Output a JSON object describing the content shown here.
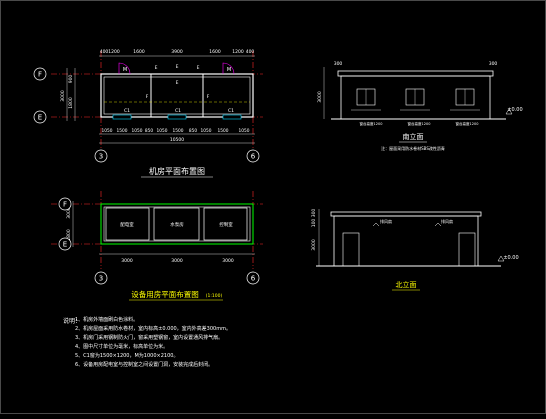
{
  "colors": {
    "background": "#000000",
    "wall": "#ffffff",
    "red": "#ff2a2a",
    "green": "#00ff00",
    "yellow": "#ffff00",
    "magenta": "#ff00ff",
    "cyan": "#00d5ff",
    "dim": "#ffffff"
  },
  "plan1": {
    "title": "机房平面布置图",
    "axis_left": [
      "F",
      "E"
    ],
    "axis_bottom": [
      "3",
      "6"
    ],
    "top_dims": [
      "400",
      "1200",
      "1600",
      "3900",
      "1600",
      "1200",
      "400"
    ],
    "bottom_dims": [
      "1050",
      "1500",
      "1050",
      "850",
      "1050",
      "1500",
      "850",
      "1050",
      "1500",
      "1050"
    ],
    "overall_width": "10500",
    "left_dims": [
      "900",
      "3000",
      "1800"
    ],
    "doors": [
      "M",
      "M"
    ],
    "windows": [
      "C1",
      "C1",
      "C1"
    ],
    "room_labels": [
      "F",
      "F",
      "E",
      "E",
      "E",
      "E"
    ]
  },
  "elev1": {
    "title": "南立面",
    "note": "注：屋面采用防水卷材SBS改性沥青",
    "top_dims": [
      "300",
      "300"
    ],
    "height_dim": "3000",
    "level": "±0.00",
    "window_tags": [
      "窗台高度1200",
      "窗台高度1200",
      "窗台高度1200"
    ]
  },
  "plan2": {
    "title": "设备用房平面布置图",
    "scale": "(1:100)",
    "axis_left": [
      "F",
      "E"
    ],
    "axis_bottom": [
      "3",
      "6"
    ],
    "rooms": [
      "配电室",
      "水泵房",
      "控制室"
    ],
    "left_dims": [
      "3000",
      "1800"
    ],
    "bottom_dims": [
      "3000",
      "3000",
      "3000"
    ]
  },
  "elev2": {
    "title": "北立面",
    "top_dims": [
      "300",
      "100"
    ],
    "height_dim": "3000",
    "level": "±0.00",
    "labels": [
      "排风扇",
      "排风扇"
    ]
  },
  "notes": {
    "heading": "说明：",
    "lines": [
      "1、机房外墙面刷白色涂料。",
      "2、机房屋面采用防水卷材，室内标高±0.000，室内外高差300mm。",
      "3、机房门采用钢制防火门，窗采用塑钢窗，室内设置通风排气扇。",
      "4、图中尺寸单位为毫米，标高单位为米。",
      "5、C1窗为1500×1200，M为1000×2100。",
      "6、设备用房配电室与控制室之间设置门洞，安装完成后封闭。"
    ]
  }
}
